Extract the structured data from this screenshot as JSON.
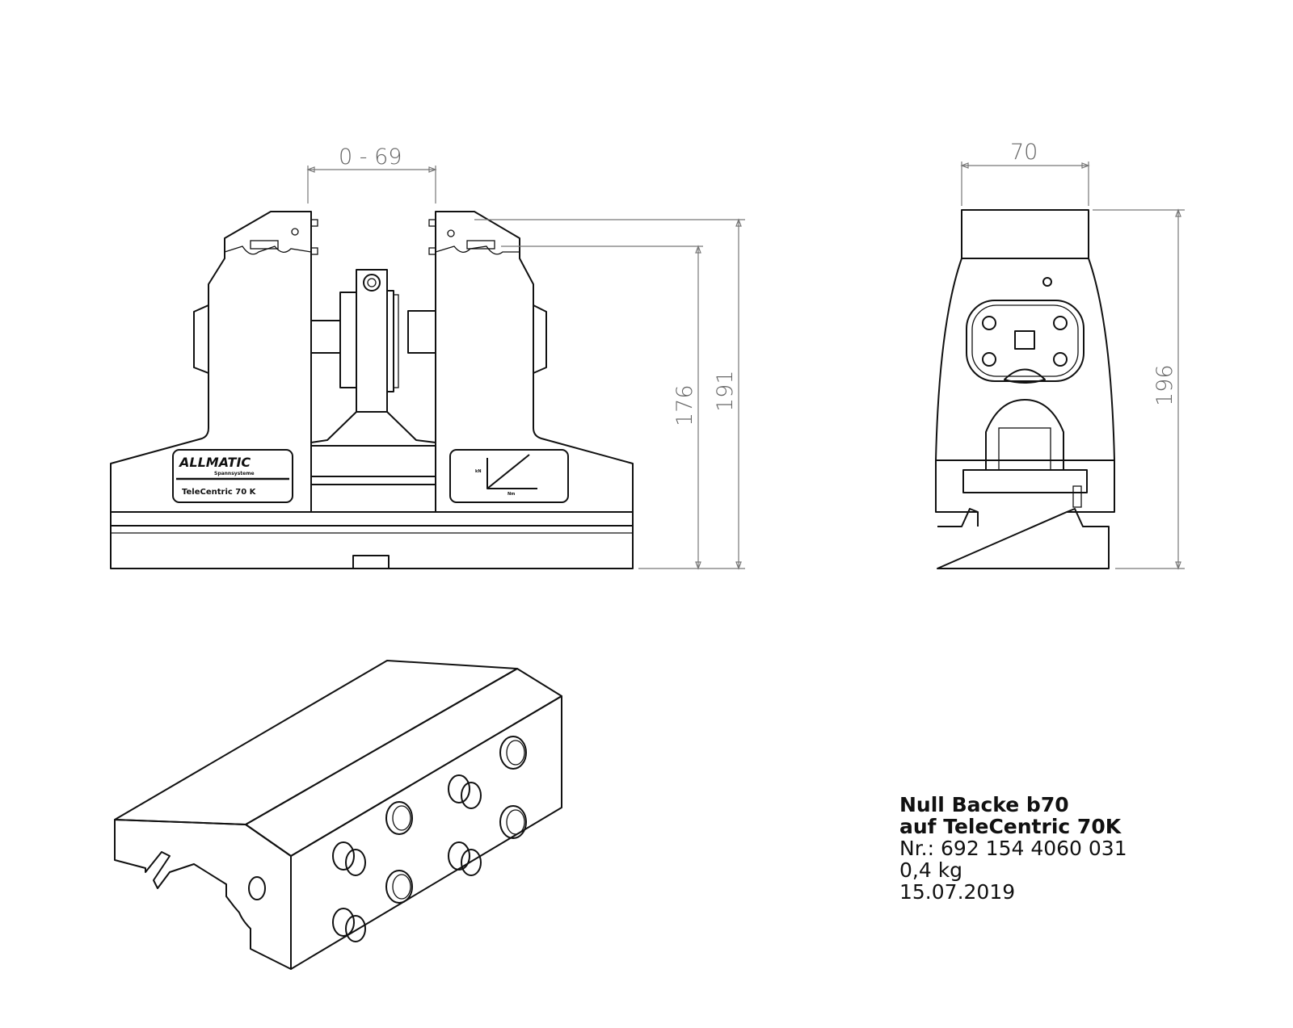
{
  "dimensions": {
    "jaw_opening": "0 - 69",
    "height_inner": "176",
    "height_outer": "191",
    "width_side": "70",
    "height_side": "196"
  },
  "labels": {
    "logo": "ALLMATIC",
    "logo_sub": "Spannsysteme",
    "model": "TeleCentric 70 K",
    "graph_y": "kN",
    "graph_x": "Nm"
  },
  "title_block": {
    "line1": "Null Backe b70",
    "line2": "auf TeleCentric 70K",
    "number": "Nr.: 692 154 4060 031",
    "weight": "0,4 kg",
    "date": "15.07.2019"
  }
}
